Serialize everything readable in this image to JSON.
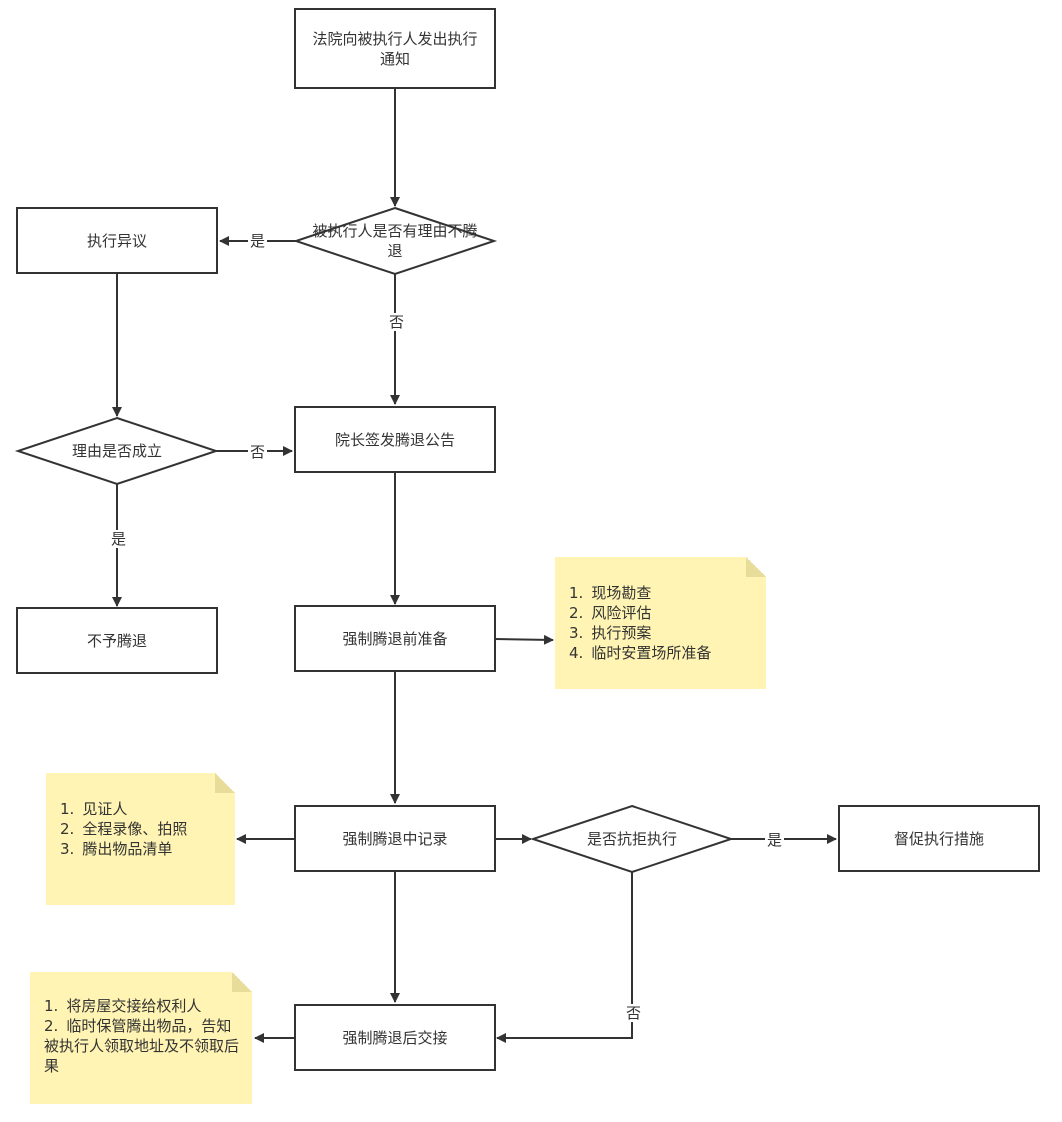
{
  "nodes": {
    "notice": "法院向被执行人发出执行通知",
    "reason_check": "被执行人是否有理由不腾退",
    "objection": "执行异议",
    "reason_valid": "理由是否成立",
    "announcement": "院长签发腾退公告",
    "no_eviction": "不予腾退",
    "preparation": "强制腾退前准备",
    "record": "强制腾退中记录",
    "resist_check": "是否抗拒执行",
    "urge": "督促执行措施",
    "handover": "强制腾退后交接"
  },
  "notes": {
    "preparation_items": [
      "现场勘查",
      "风险评估",
      "执行预案",
      "临时安置场所准备"
    ],
    "record_items": [
      "见证人",
      "全程录像、拍照",
      "腾出物品清单"
    ],
    "handover_items": [
      "将房屋交接给权利人",
      "临时保管腾出物品，告知被执行人领取地址及不领取后果"
    ]
  },
  "edge_labels": {
    "yes": "是",
    "no": "否"
  },
  "colors": {
    "line": "#333333",
    "note_fill": "#fff4b3",
    "note_fold": "#e8dc9a"
  }
}
